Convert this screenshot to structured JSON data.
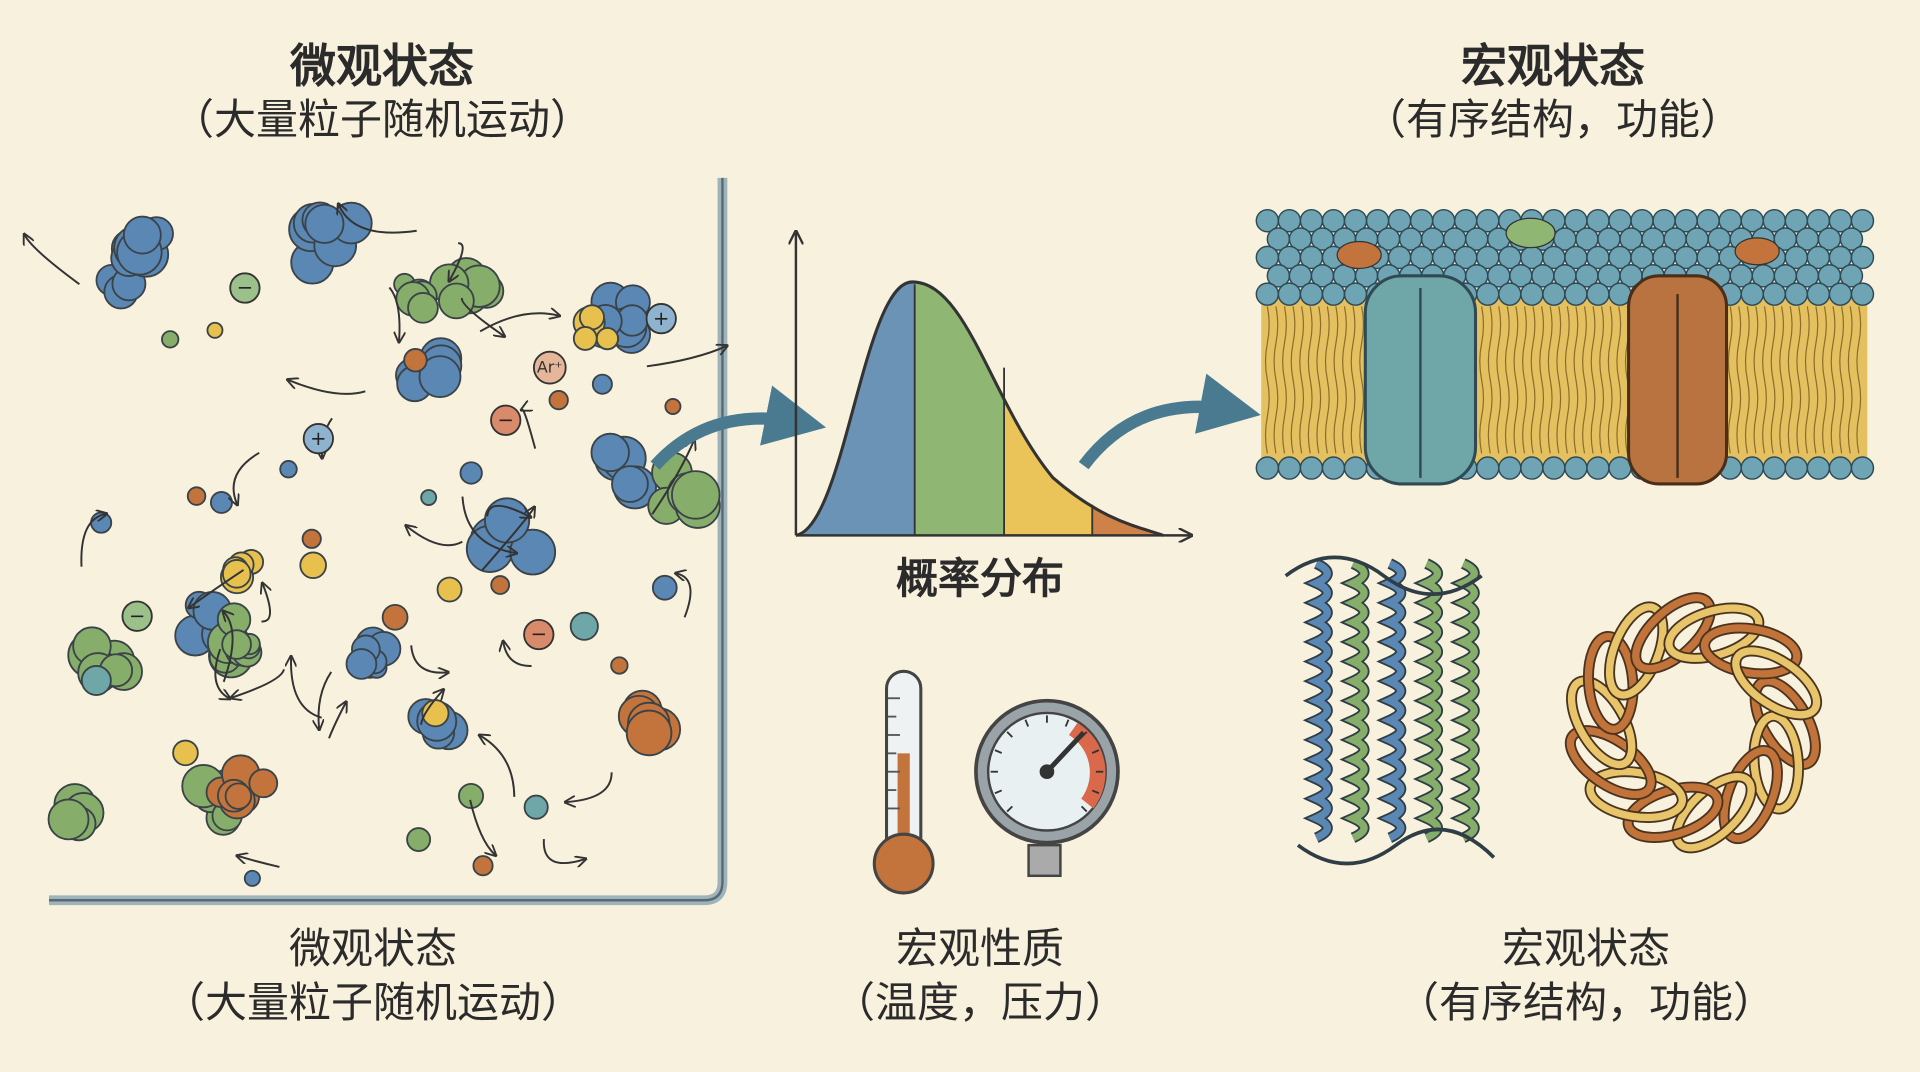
{
  "top_left": {
    "title": "微观状态",
    "subtitle": "（大量粒子随机运动）"
  },
  "top_right": {
    "title": "宏观状态",
    "subtitle": "（有序结构，功能）"
  },
  "distribution": {
    "label": "概率分布"
  },
  "bottom_left": {
    "title": "微观状态",
    "subtitle": "（大量粒子随机运动）"
  },
  "bottom_center": {
    "title": "宏观性质",
    "subtitle": "（温度，压力）"
  },
  "bottom_right": {
    "title": "宏观状态",
    "subtitle": "（有序结构，功能）"
  },
  "particle_labels": {
    "argon": "Ar⁺",
    "plus": "+",
    "minus": "−"
  },
  "colors": {
    "background": "#f8f1dd",
    "blue": "#5b87b5",
    "green": "#86ad6a",
    "yellow": "#e8c04e",
    "orange": "#c3743d",
    "teal": "#6fa6a8",
    "outline": "#2e3a40"
  }
}
